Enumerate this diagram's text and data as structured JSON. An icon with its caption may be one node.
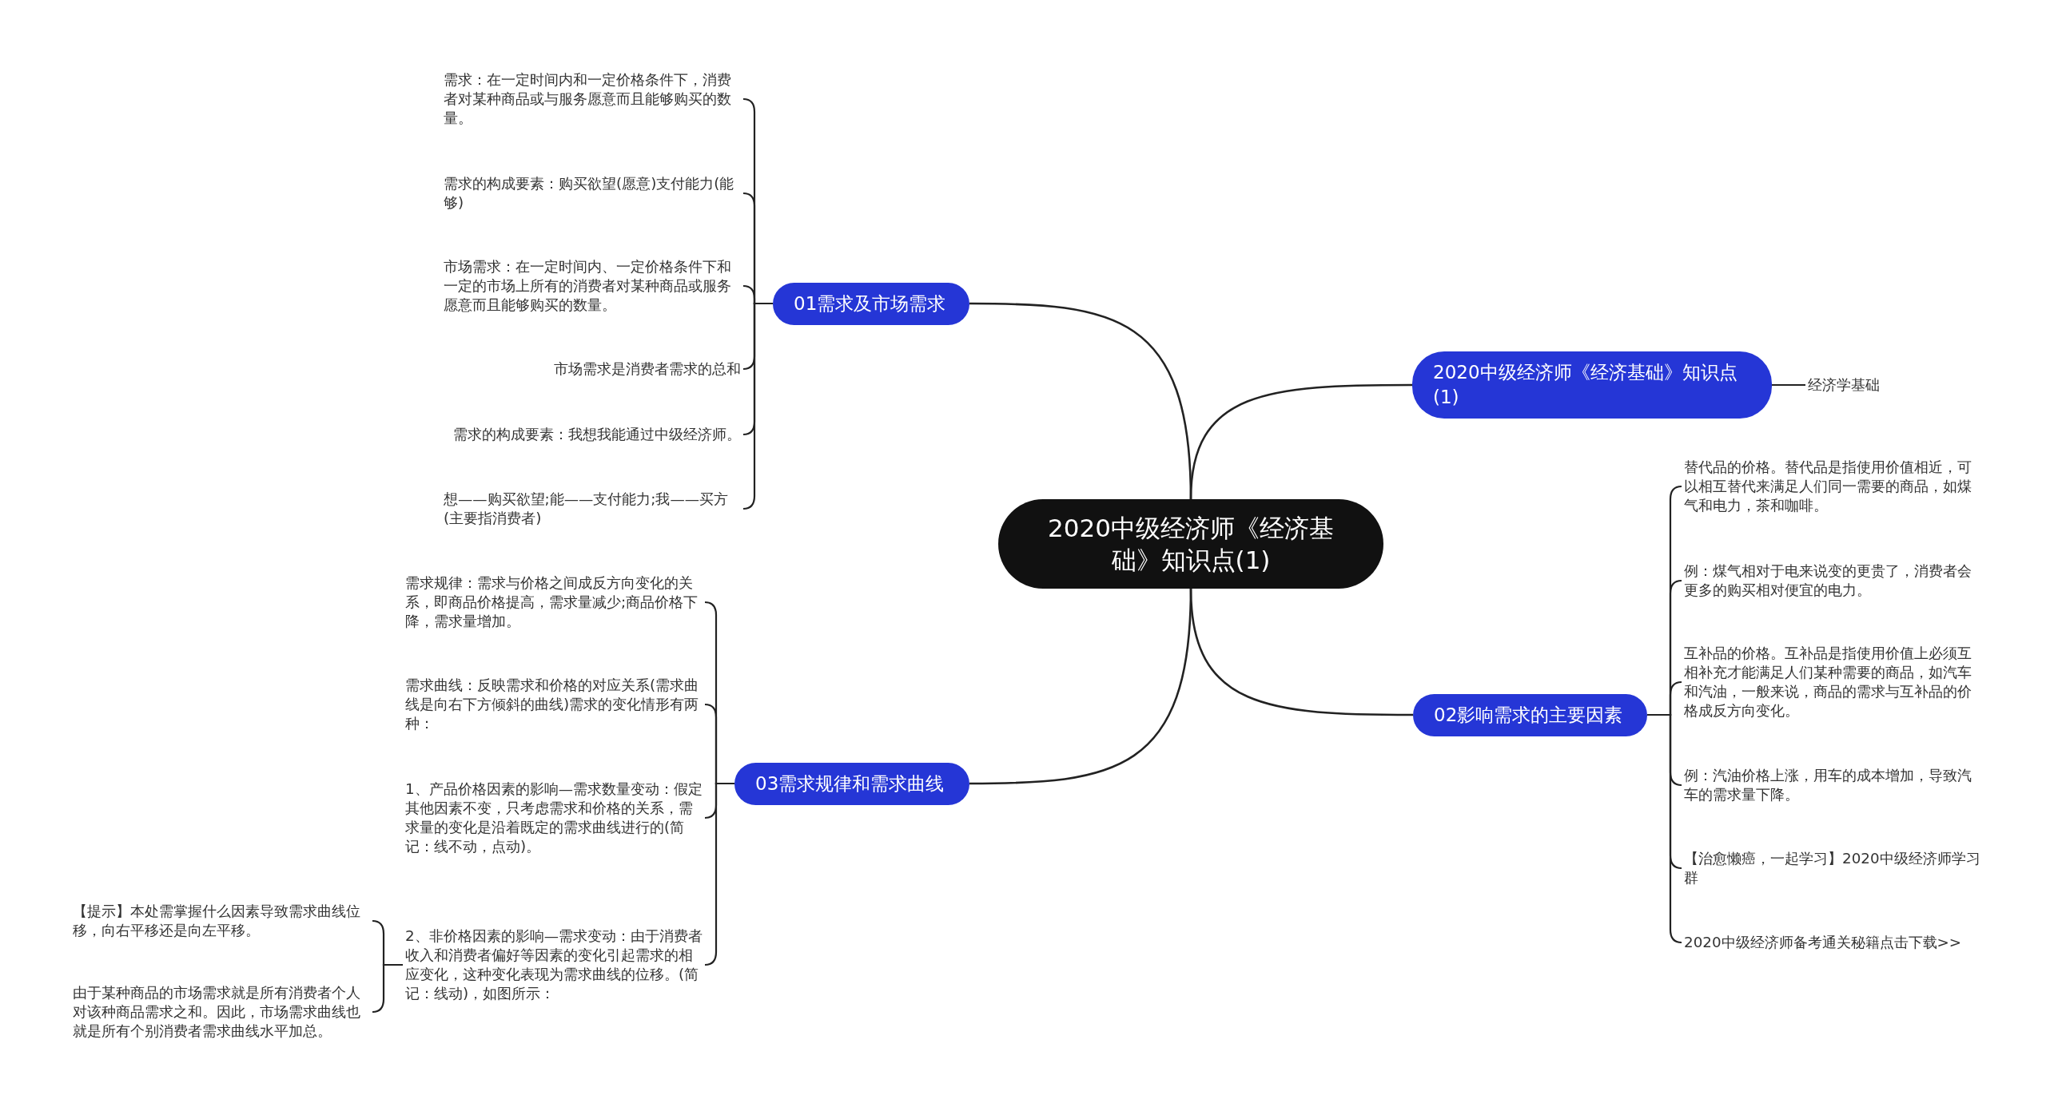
{
  "diagram": {
    "nodes": [
      {
        "text": [
          "2020中级经济师《经济基础》知识点(1)"
        ]
      },
      {
        "text": [
          "01需求及市场需求"
        ]
      },
      {
        "text": [
          "需求：在一定时间内和一定价格条件下，消费者对某种商品或与服务愿意而且能够购买的数量。"
        ]
      },
      {
        "text": [
          "需求的构成要素：购买欲望(愿意)支付能力(能够)"
        ]
      },
      {
        "text": [
          "市场需求：在一定时间内、一定价格条件下和一定的市场上所有的消费者对某种商品或服务愿意而且能够购买的数量。"
        ]
      },
      {
        "text": [
          "市场需求是消费者需求的总和"
        ]
      },
      {
        "text": [
          "需求的构成要素：我想我能通过中级经济师。"
        ]
      },
      {
        "text": [
          "想——购买欲望;能——支付能力;我——买方(主要指消费者)"
        ]
      },
      {
        "text": [
          "03需求规律和需求曲线"
        ]
      },
      {
        "text": [
          "需求规律：需求与价格之间成反方向变化的关系，即商品价格提高，需求量减少;商品价格下降，需求量增加。"
        ]
      },
      {
        "text": [
          "需求曲线：反映需求和价格的对应关系(需求曲线是向右下方倾斜的曲线)需求的变化情形有两种："
        ]
      },
      {
        "text": [
          "1、产品价格因素的影响—需求数量变动：假定其他因素不变，只考虑需求和价格的关系，需求量的变化是沿着既定的需求曲线进行的(简记：线不动，点动)。"
        ]
      },
      {
        "text": [
          "2、非价格因素的影响—需求变动：由于消费者收入和消费者偏好等因素的变化引起需求的相应变化，这种变化表现为需求曲线的位移。(简记：线动)，如图所示："
        ]
      },
      {
        "text": [
          "【提示】本处需掌握什么因素导致需求曲线位移，向右平移还是向左平移。"
        ]
      },
      {
        "text": [
          "由于某种商品的市场需求就是所有消费者个人对该种商品需求之和。因此，市场需求曲线也就是所有个别消费者需求曲线水平加总。"
        ]
      },
      {
        "text": [
          "2020中级经济师《经济基础》知识点(1)"
        ]
      },
      {
        "text": [
          "经济学基础"
        ]
      },
      {
        "text": [
          "02影响需求的主要因素"
        ]
      },
      {
        "text": [
          "替代品的价格。替代品是指使用价值相近，可以相互替代来满足人们同一需要的商品，如煤气和电力，茶和咖啡。"
        ]
      },
      {
        "text": [
          "例：煤气相对于电来说变的更贵了，消费者会更多的购买相对便宜的电力。"
        ]
      },
      {
        "text": [
          "互补品的价格。互补品是指使用价值上必须互相补充才能满足人们某种需要的商品，如汽车和汽油，一般来说，商品的需求与互补品的价格成反方向变化。"
        ]
      },
      {
        "text": [
          "例：汽油价格上涨，用车的成本增加，导致汽车的需求量下降。"
        ]
      },
      {
        "text": [
          "【治愈懒癌，一起学习】2020中级经济师学习群"
        ]
      },
      {
        "text": [
          "2020中级经济师备考通关秘籍点击下载>>"
        ]
      }
    ],
    "edges": [
      {
        "from": 0,
        "to": 1,
        "arrow": "none"
      },
      {
        "from": 1,
        "to": 2,
        "arrow": "none"
      },
      {
        "from": 1,
        "to": 3,
        "arrow": "none"
      },
      {
        "from": 1,
        "to": 4,
        "arrow": "none"
      },
      {
        "from": 1,
        "to": 5,
        "arrow": "none"
      },
      {
        "from": 1,
        "to": 6,
        "arrow": "none"
      },
      {
        "from": 1,
        "to": 7,
        "arrow": "none"
      },
      {
        "from": 0,
        "to": 8,
        "arrow": "none"
      },
      {
        "from": 8,
        "to": 9,
        "arrow": "none"
      },
      {
        "from": 8,
        "to": 10,
        "arrow": "none"
      },
      {
        "from": 8,
        "to": 11,
        "arrow": "none"
      },
      {
        "from": 8,
        "to": 12,
        "arrow": "none"
      },
      {
        "from": 12,
        "to": 13,
        "arrow": "none"
      },
      {
        "from": 12,
        "to": 14,
        "arrow": "none"
      },
      {
        "from": 0,
        "to": 15,
        "arrow": "none"
      },
      {
        "from": 15,
        "to": 16,
        "arrow": "none"
      },
      {
        "from": 0,
        "to": 17,
        "arrow": "none"
      },
      {
        "from": 17,
        "to": 18,
        "arrow": "none"
      },
      {
        "from": 17,
        "to": 19,
        "arrow": "none"
      },
      {
        "from": 17,
        "to": 20,
        "arrow": "none"
      },
      {
        "from": 17,
        "to": 21,
        "arrow": "none"
      },
      {
        "from": 17,
        "to": 22,
        "arrow": "none"
      },
      {
        "from": 17,
        "to": 23,
        "arrow": "none"
      }
    ]
  }
}
